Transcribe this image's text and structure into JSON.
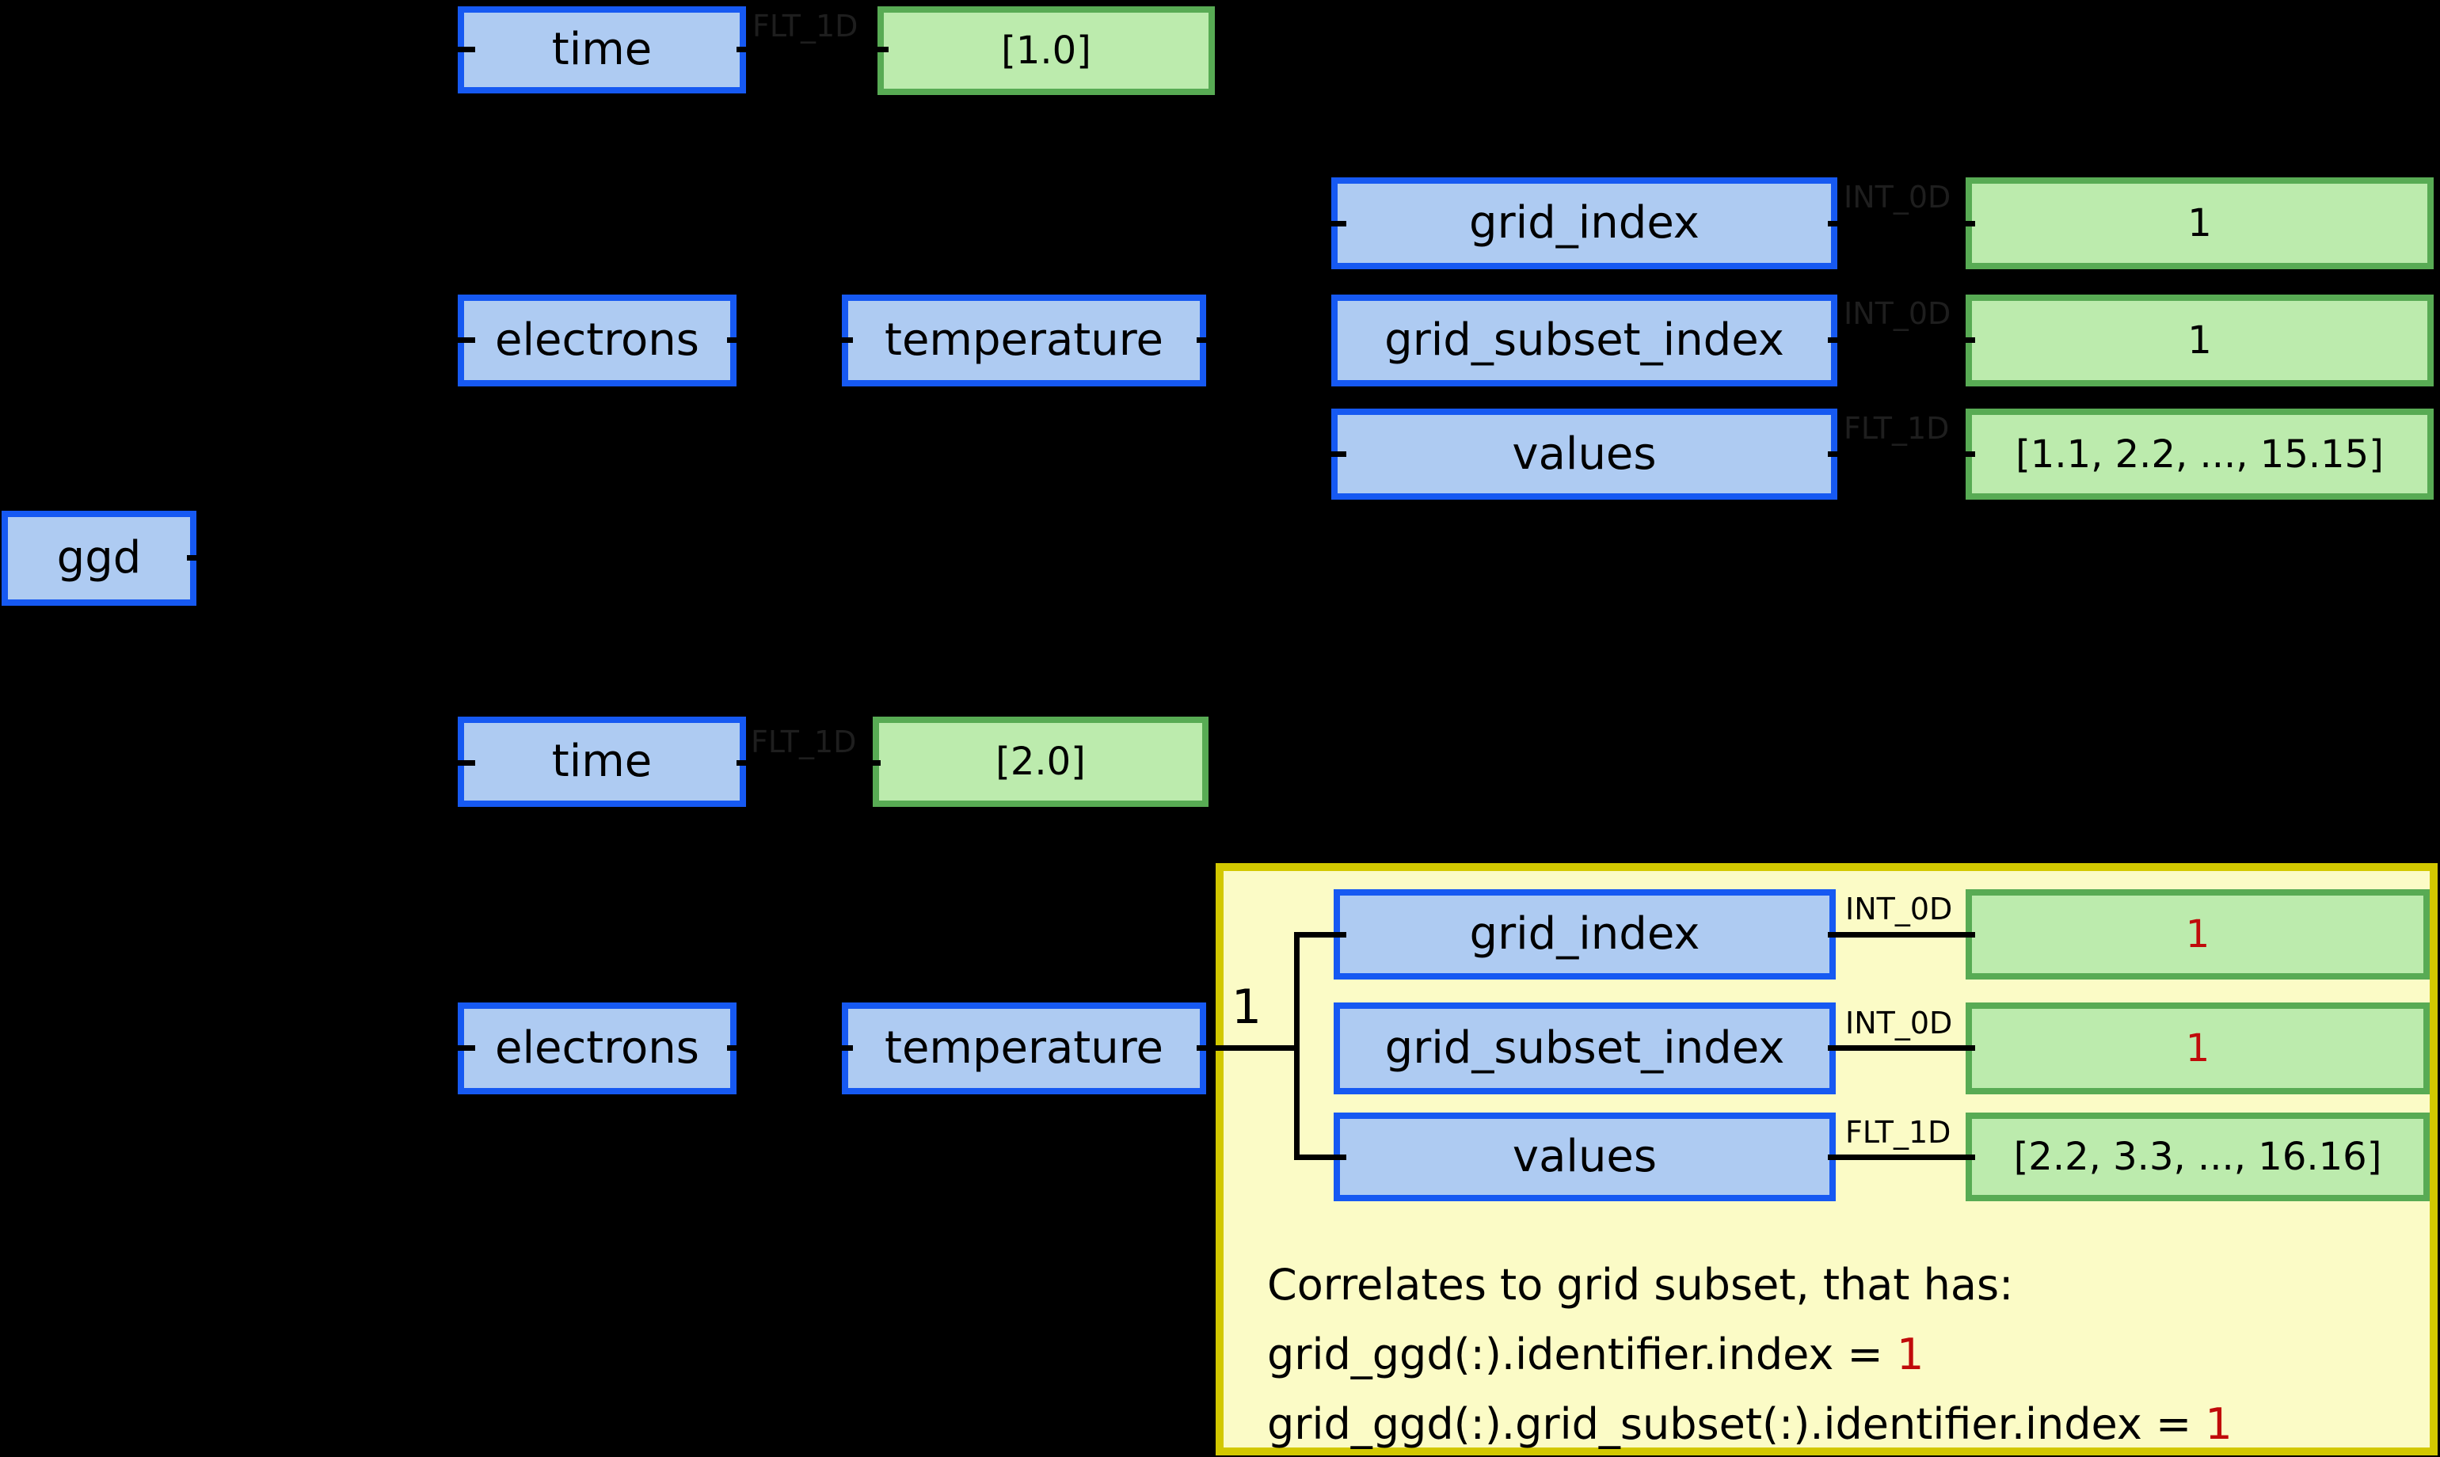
{
  "background": "#000000",
  "palette": {
    "node_fill": "#AECBF2",
    "node_border": "#1659F2",
    "value_fill": "#BCEBAD",
    "value_border": "#58AB54",
    "highlight_fill": "#FBFBC6",
    "highlight_border": "#D2C800",
    "emphasis_red": "#C00A0A",
    "dim_type_label": "#1E1E1E",
    "text": "#000000"
  },
  "root": {
    "label": "ggd"
  },
  "slice1": {
    "time": {
      "label": "time",
      "type": "FLT_1D",
      "value": "[1.0]"
    },
    "electrons": {
      "label": "electrons"
    },
    "temperature": {
      "label": "temperature"
    },
    "grid_index": {
      "label": "grid_index",
      "type": "INT_0D",
      "value": "1"
    },
    "grid_subset_index": {
      "label": "grid_subset_index",
      "type": "INT_0D",
      "value": "1"
    },
    "values": {
      "label": "values",
      "type": "FLT_1D",
      "value": "[1.1, 2.2, ..., 15.15]"
    }
  },
  "slice2": {
    "time": {
      "label": "time",
      "type": "FLT_1D",
      "value": "[2.0]"
    },
    "electrons": {
      "label": "electrons"
    },
    "temperature": {
      "label": "temperature"
    },
    "multiplicity": "1",
    "grid_index": {
      "label": "grid_index",
      "type": "INT_0D",
      "value": "1"
    },
    "grid_subset_index": {
      "label": "grid_subset_index",
      "type": "INT_0D",
      "value": "1"
    },
    "values": {
      "label": "values",
      "type": "FLT_1D",
      "value": "[2.2, 3.3, ..., 16.16]"
    },
    "annotation": {
      "line1": "Correlates to grid subset, that has:",
      "line2_text": "grid_ggd(:).identifier.index = ",
      "line2_value": "1",
      "line3_text": "grid_ggd(:).grid_subset(:).identifier.index = ",
      "line3_value": "1"
    }
  }
}
